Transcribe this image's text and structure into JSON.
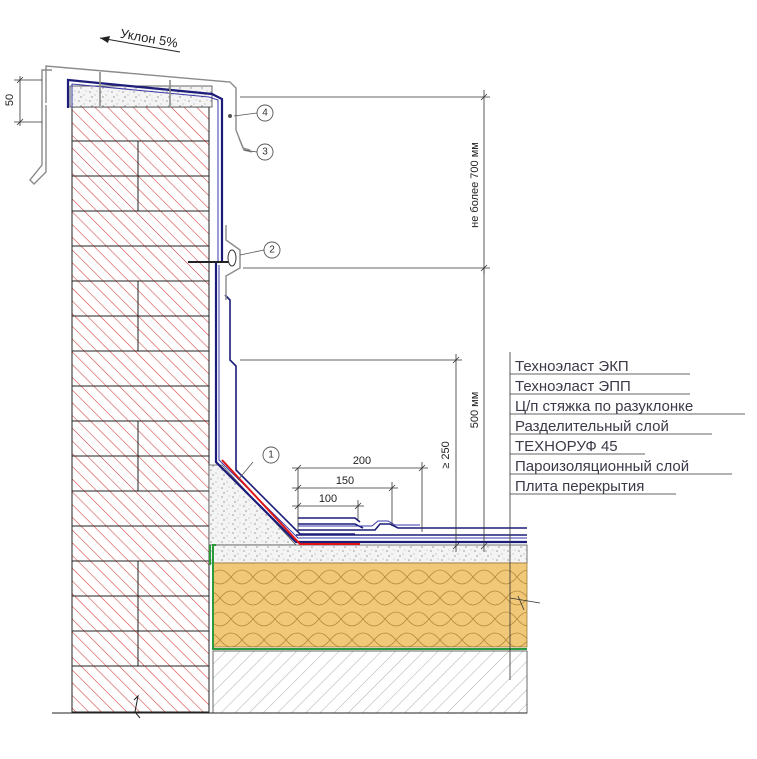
{
  "slope_label": "Уклон 5%",
  "dimensions": {
    "top_gap": "50",
    "max_height": "не более 700 мм",
    "min_height": "500 мм",
    "fillet_height": "≥ 250",
    "overlap_200": "200",
    "overlap_150": "150",
    "overlap_100": "100"
  },
  "callouts": [
    "1",
    "2",
    "3",
    "4"
  ],
  "legend": [
    "Техноэласт ЭКП",
    "Техноэласт ЭПП",
    "Ц/п стяжка по разуклонке",
    "Разделительный слой",
    "ТЕХНОРУФ 45",
    "Пароизоляционный слой",
    "Плита перекрытия"
  ],
  "colors": {
    "brick": "#d23c3c",
    "membrane": "#1c1c7a",
    "membrane_red": "#e01515",
    "insulation": "#f0c878",
    "vapor_barrier": "#2a9a3a",
    "legend_text": "#3a3a48"
  }
}
